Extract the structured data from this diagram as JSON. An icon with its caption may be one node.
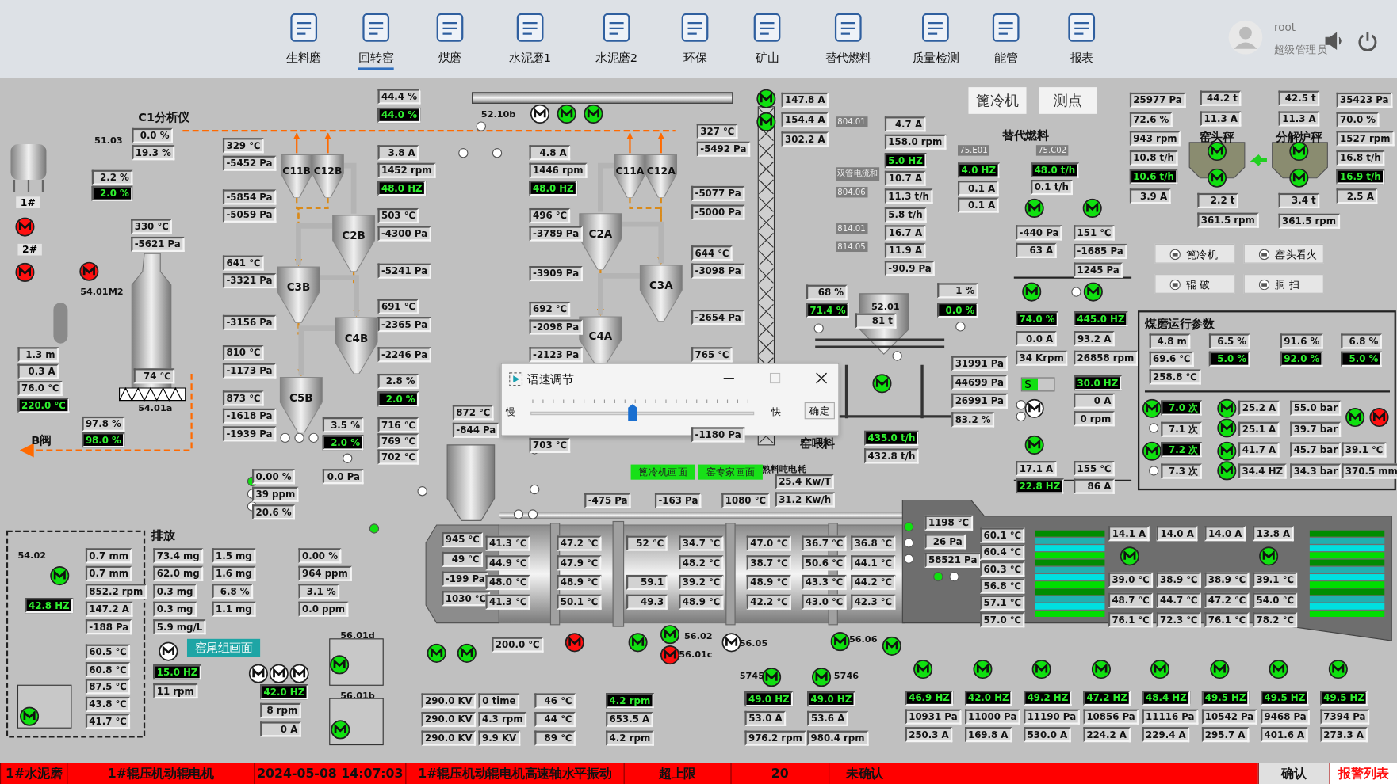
{
  "diagram": {
    "nodes": [
      {
        "text": [
          "C11B"
        ]
      },
      {
        "text": [
          "C12B"
        ]
      },
      {
        "text": [
          "C2B"
        ]
      },
      {
        "text": [
          "C3B"
        ]
      },
      {
        "text": [
          "C4B"
        ]
      },
      {
        "text": [
          "C5B"
        ]
      },
      {
        "text": [
          "C11A"
        ]
      },
      {
        "text": [
          "C12A"
        ]
      },
      {
        "text": [
          "C2A"
        ]
      },
      {
        "text": [
          "C3A"
        ]
      },
      {
        "text": [
          "C4A"
        ]
      }
    ],
    "edges": [
      {
        "from": 0,
        "to": 3,
        "arrow": "to",
        "style": "dashed",
        "color": "#d98a1a"
      },
      {
        "from": 1,
        "to": 3,
        "arrow": "to",
        "style": "dashed",
        "color": "#d98a1a"
      },
      {
        "from": 2,
        "to": 4,
        "arrow": "to",
        "style": "dashed",
        "color": "#d98a1a"
      },
      {
        "from": 3,
        "to": 5,
        "arrow": "to",
        "style": "dashed",
        "color": "#d98a1a"
      },
      {
        "from": 6,
        "to": 9,
        "arrow": "to",
        "style": "dashed",
        "color": "#d98a1a"
      },
      {
        "from": 7,
        "to": 9,
        "arrow": "to",
        "style": "dashed",
        "color": "#d98a1a"
      },
      {
        "from": 8,
        "to": 10,
        "arrow": "to",
        "style": "dashed",
        "color": "#d98a1a"
      },
      {
        "from": 0,
        "to": null,
        "arrow": "to",
        "color": "#ff6a00"
      },
      {
        "from": 1,
        "to": null,
        "arrow": "to",
        "color": "#ff6a00"
      },
      {
        "from": 6,
        "to": null,
        "arrow": "to",
        "color": "#ff6a00"
      },
      {
        "from": 7,
        "to": null,
        "arrow": "to",
        "color": "#ff6a00"
      },
      {
        "from": 1,
        "to": 2,
        "arrow": "none",
        "style": "thick",
        "color": "#b4b4b4"
      },
      {
        "from": 2,
        "to": 3,
        "arrow": "none",
        "style": "thick",
        "color": "#b4b4b4"
      },
      {
        "from": 3,
        "to": 4,
        "arrow": "none",
        "style": "thick",
        "color": "#b4b4b4"
      },
      {
        "from": 4,
        "to": 5,
        "arrow": "none",
        "style": "thick",
        "color": "#b4b4b4"
      },
      {
        "from": 6,
        "to": 8,
        "arrow": "none",
        "style": "thick",
        "color": "#b4b4b4"
      },
      {
        "from": 8,
        "to": 9,
        "arrow": "none",
        "style": "thick",
        "color": "#b4b4b4"
      },
      {
        "from": 9,
        "to": 10,
        "arrow": "none",
        "style": "thick",
        "color": "#b4b4b4"
      }
    ],
    "labels": [
      "生料磨",
      "回转窑",
      "煤磨",
      "水泥磨1",
      "水泥磨2",
      "环保",
      "矿山",
      "替代燃料",
      "质量检测",
      "能管",
      "报表",
      "root",
      "超级管理员",
      "C1分析仪",
      "51.03",
      "1#",
      "2#",
      "54.01M2",
      "54.01a",
      "B阀",
      "52.10b",
      "804.01",
      "双管电流和",
      "804.06",
      "814.01",
      "814.05",
      "替代燃料",
      "75.E01",
      "75.C02",
      "窑头秤",
      "分解炉秤",
      "52.01",
      "窑喂料",
      "熟料吨电耗",
      "煤磨运行参数",
      "排放",
      "54.02",
      "56.01d",
      "56.01b",
      "56.02",
      "56.01c",
      "56.05",
      "56.06",
      "5745",
      "5746",
      "S",
      "语速调节",
      "慢",
      "快",
      "确定",
      "篦冷机",
      "测点",
      "篦冷机",
      "窑头看火",
      "辊 破",
      "胴 扫",
      "篦冷机画面",
      "窑专家画面",
      "窑尾组画面",
      "1#水泥磨",
      "1#辊压机动辊电机",
      "2024-05-08 14:07:03",
      "1#辊压机动辊电机高速轴水平振动",
      "超上限",
      "20",
      "未确认",
      "确认",
      "报警列表",
      "0.0 %",
      "19.3 %",
      "2.2 %",
      "2.0 %",
      "330 ℃",
      "-5621 Pa",
      "1.3 m",
      "0.3 A",
      "76.0 ℃",
      "220.0 ℃",
      "97.8 %",
      "98.0 %",
      "74 ℃",
      "44.4 %",
      "44.0 %",
      "329 ℃",
      "-5452 Pa",
      "-5854 Pa",
      "-5059 Pa",
      "641 ℃",
      "-3321 Pa",
      "-3156 Pa",
      "810 ℃",
      "-1173 Pa",
      "873 ℃",
      "-1618 Pa",
      "-1939 Pa",
      "3.8 A",
      "1452 rpm",
      "48.0 HZ",
      "503 ℃",
      "-4300 Pa",
      "-5241 Pa",
      "691 ℃",
      "-2365 Pa",
      "-2246 Pa",
      "2.8 %",
      "2.0 %",
      "3.5 %",
      "2.0 %",
      "716 ℃",
      "769 ℃",
      "702 ℃",
      "872 ℃",
      "-844 Pa",
      "4.8 A",
      "1446 rpm",
      "48.0 HZ",
      "496 ℃",
      "-3789 Pa",
      "-3909 Pa",
      "692 ℃",
      "-2098 Pa",
      "-2123 Pa",
      "703 ℃",
      "327 ℃",
      "-5492 Pa",
      "-5077 Pa",
      "-5000 Pa",
      "644 ℃",
      "-3098 Pa",
      "-2654 Pa",
      "765 ℃",
      "-1180 Pa",
      "147.8 A",
      "154.4 A",
      "302.2 A",
      "4.7 A",
      "158.0 rpm",
      "5.0 HZ",
      "10.7 A",
      "11.3 t/h",
      "5.8 t/h",
      "16.7 A",
      "11.9 A",
      "-90.9 Pa",
      "4.0 HZ",
      "0.1 A",
      "0.1 A",
      "48.0 t/h",
      "0.1 t/h",
      "-440 Pa",
      "63 A",
      "151 ℃",
      "-1685 Pa",
      "1245 Pa",
      "25977 Pa",
      "72.6 %",
      "943 rpm",
      "10.8 t/h",
      "10.6 t/h",
      "3.9 A",
      "44.2 t",
      "11.3 A",
      "2.2 t",
      "361.5 rpm",
      "42.5 t",
      "11.3 A",
      "3.4 t",
      "361.5 rpm",
      "35423 Pa",
      "70.0 %",
      "1527 rpm",
      "16.8 t/h",
      "16.9 t/h",
      "2.5 A",
      "1 %",
      "0.0 %",
      "68 %",
      "71.4 %",
      "81 t",
      "74.0 %",
      "0.0 A",
      "34 Krpm",
      "445.0 HZ",
      "93.2 A",
      "26858 rpm",
      "31991 Pa",
      "44699 Pa",
      "26991 Pa",
      "83.2 %",
      "30.0 HZ",
      "0 A",
      "0 rpm",
      "435.0 t/h",
      "432.8 t/h",
      "25.4 Kw/T",
      "31.2 Kw/h",
      "17.1 A",
      "22.8 HZ",
      "155 ℃",
      "86 A",
      "4.8 m",
      "69.6 ℃",
      "258.8 ℃",
      "6.5 %",
      "5.0 %",
      "91.6 %",
      "92.0 %",
      "6.8 %",
      "5.0 %",
      "7.0 次",
      "7.1 次",
      "7.2 次",
      "7.3 次",
      "25.2 A",
      "25.1 A",
      "41.7 A",
      "34.4 HZ",
      "55.0 bar",
      "39.7 bar",
      "45.7 bar",
      "34.3 bar",
      "39.1 ℃",
      "370.5 mm",
      "0.00 %",
      "39 ppm",
      "20.6 %",
      "0.0 Pa",
      "0.7 mm",
      "0.7 mm",
      "852.2 rpm",
      "147.2 A",
      "-188 Pa",
      "42.8 HZ",
      "60.5 ℃",
      "60.8 ℃",
      "87.5 ℃",
      "43.8 ℃",
      "41.7 ℃",
      "73.4 mg",
      "62.0 mg",
      "0.3 mg",
      "0.3 mg",
      "5.9 mg/L",
      "1.5 mg",
      "1.6 mg",
      "6.8 %",
      "1.1 mg",
      "0.00 %",
      "964 ppm",
      "3.1 %",
      "0.0 ppm",
      "15.0 HZ",
      "11 rpm",
      "42.0 HZ",
      "8 rpm",
      "0 A",
      "945 ℃",
      "49 ℃",
      "-199 Pa",
      "1030 ℃",
      "-475 Pa",
      "-163 Pa",
      "1080 ℃",
      "41.3 ℃",
      "44.9 ℃",
      "48.0 ℃",
      "41.3 ℃",
      "47.2 ℃",
      "47.9 ℃",
      "48.9 ℃",
      "50.1 ℃",
      "52 ℃",
      "59.1",
      "49.3",
      "34.7 ℃",
      "48.2 ℃",
      "39.2 ℃",
      "48.9 ℃",
      "47.0 ℃",
      "38.7 ℃",
      "48.9 ℃",
      "42.2 ℃",
      "36.7 ℃",
      "50.6 ℃",
      "43.3 ℃",
      "43.0 ℃",
      "36.8 ℃",
      "44.1 ℃",
      "44.2 ℃",
      "42.3 ℃",
      "200.0 ℃",
      "290.0 KV",
      "290.0 KV",
      "290.0 KV",
      "0 time",
      "4.3 rpm",
      "9.9 KV",
      "46 ℃",
      "44 ℃",
      "89 ℃",
      "4.2 rpm",
      "653.5 A",
      "4.2 rpm",
      "49.0 HZ",
      "53.0 A",
      "976.2 rpm",
      "49.0 HZ",
      "53.6 A",
      "980.4 rpm",
      "1198 ℃",
      "26 Pa",
      "58521 Pa",
      "60.1 ℃",
      "60.4 ℃",
      "60.3 ℃",
      "56.8 ℃",
      "57.1 ℃",
      "57.0 ℃",
      "14.1 A",
      "39.0 ℃",
      "48.7 ℃",
      "76.1 ℃",
      "14.0 A",
      "38.9 ℃",
      "44.7 ℃",
      "72.3 ℃",
      "14.0 A",
      "38.9 ℃",
      "47.2 ℃",
      "76.1 ℃",
      "13.8 A",
      "39.1 ℃",
      "54.0 ℃",
      "78.2 ℃",
      "46.9 HZ",
      "10931 Pa",
      "250.3 A",
      "42.0 HZ",
      "11000 Pa",
      "169.8 A",
      "49.2 HZ",
      "11190 Pa",
      "530.0 A",
      "47.2 HZ",
      "10856 Pa",
      "224.2 A",
      "48.4 HZ",
      "11116 Pa",
      "229.4 A",
      "49.5 HZ",
      "10542 Pa",
      "295.7 A",
      "49.5 HZ",
      "9468 Pa",
      "401.6 A",
      "49.5 HZ",
      "7394 Pa",
      "273.3 A"
    ]
  }
}
